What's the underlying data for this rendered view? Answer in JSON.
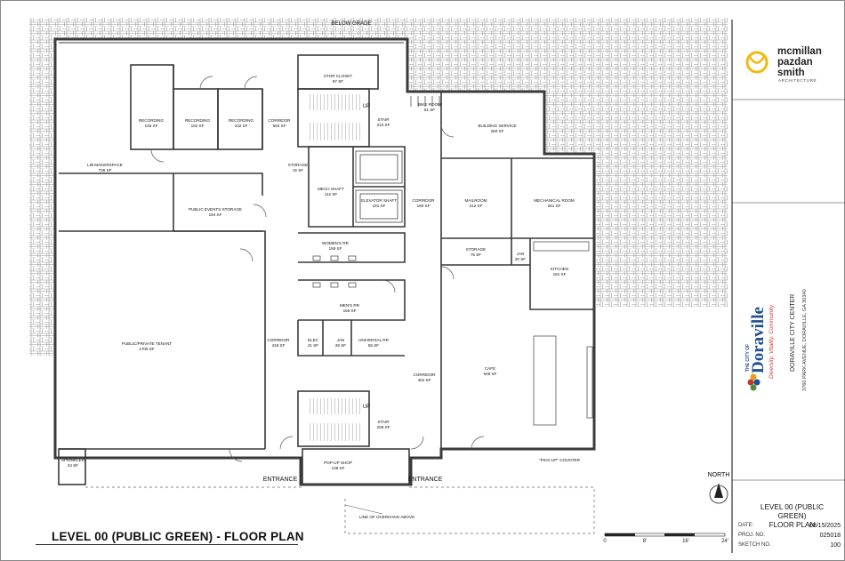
{
  "plan_title": "LEVEL 00 (PUBLIC GREEN) - FLOOR PLAN",
  "below_grade": "BELOW GRADE",
  "rooms": {
    "stor_closet": {
      "name": "STOR CLOSET",
      "area": "97 SF"
    },
    "recording1": {
      "name": "RECORDING",
      "area": "146 SF"
    },
    "recording2": {
      "name": "RECORDING",
      "area": "102 SF"
    },
    "recording3": {
      "name": "RECORDING",
      "area": "102 SF"
    },
    "corridor_593": {
      "name": "CORRIDOR",
      "area": "593 SF"
    },
    "lib_makerspace": {
      "name": "LIB MAKERSPACE",
      "area": "736 SF"
    },
    "storage_15": {
      "name": "STORAGE",
      "area": "15 SF"
    },
    "public_events_storage": {
      "name": "PUBLIC EVENTS STORAGE",
      "area": "194 SF"
    },
    "stair_north": {
      "name": "STAIR",
      "area": "210 SF"
    },
    "bike_room": {
      "name": "BIKE ROOM",
      "area": "51 SF"
    },
    "building_service": {
      "name": "BUILDING SERVICE",
      "area": "260 SF"
    },
    "mech_shaft": {
      "name": "MECH SHAFT",
      "area": "112 SF"
    },
    "elevator_shaft": {
      "name": "ELEVATOR SHAFT",
      "area": "181 SF"
    },
    "corridor_180": {
      "name": "CORRIDOR",
      "area": "180 SF"
    },
    "mailroom": {
      "name": "MAILROOM",
      "area": "212 SF"
    },
    "mechanical_room": {
      "name": "MECHANICAL ROOM",
      "area": "261 SF"
    },
    "womens_rr": {
      "name": "WOMEN'S RR",
      "area": "159 SF"
    },
    "storage_75": {
      "name": "STORAGE",
      "area": "75 SF"
    },
    "jan_20": {
      "name": "JAN",
      "area": "20 SF"
    },
    "kitchen": {
      "name": "KITCHEN",
      "area": "181 SF"
    },
    "public_private_tenant": {
      "name": "PUBLIC/PRIVATE TENANT",
      "area": "1706 SF"
    },
    "mens_rr": {
      "name": "MEN'S RR",
      "area": "159 SF"
    },
    "corridor_418": {
      "name": "CORRIDOR",
      "area": "418 SF"
    },
    "elec": {
      "name": "ELEC",
      "area": "41 SF"
    },
    "jan_28": {
      "name": "JAN",
      "area": "28 SF"
    },
    "universal_rr": {
      "name": "UNIVERSAL RR",
      "area": "55 SF"
    },
    "corridor_462": {
      "name": "CORRIDOR",
      "area": "462 SF"
    },
    "cafe": {
      "name": "CAFE",
      "area": "948 SF"
    },
    "stair_south": {
      "name": "STAIR",
      "area": "208 SF"
    },
    "sprinkler": {
      "name": "SPRINKLER",
      "area": "24 SF"
    },
    "popup_shop": {
      "name": "POP-UP SHOP",
      "area": "138 SF"
    }
  },
  "labels": {
    "up": "UP",
    "entrance": "ENTRANCE",
    "pickup_counter": "\"PICK-UP\" COUNTER",
    "line_overhang": "LINE OF OVERHANG ABOVE"
  },
  "north_label": "NORTH",
  "scale_ticks": [
    "0",
    "8'",
    "16'",
    "24'"
  ],
  "firm": {
    "line1": "mcmillan",
    "line2": "pazdan",
    "line3": "smith",
    "sub": "ARCHITECTURE"
  },
  "client": {
    "the_city_of": "THE CITY OF",
    "name": "Doraville",
    "tagline": "Diversity. Vitality. Community",
    "project": "DORAVILLE CITY CENTER",
    "address": "3760 PARK AVENUE, DORAVILLE, GA 30340"
  },
  "sheet": {
    "level_line1": "LEVEL 00 (PUBLIC GREEN)",
    "level_line2": "FLOOR PLAN",
    "date_label": "DATE:",
    "date": "08/15/2025",
    "proj_label": "PROJ. NO.",
    "proj": "025018",
    "sketch_label": "SKETCH NO.",
    "sketch": "100"
  },
  "colors": {
    "logo_yellow": "#f2b90f",
    "doraville_blue": "#1d4f91",
    "doraville_red": "#c0392b",
    "wall": "#3a3a3a"
  }
}
